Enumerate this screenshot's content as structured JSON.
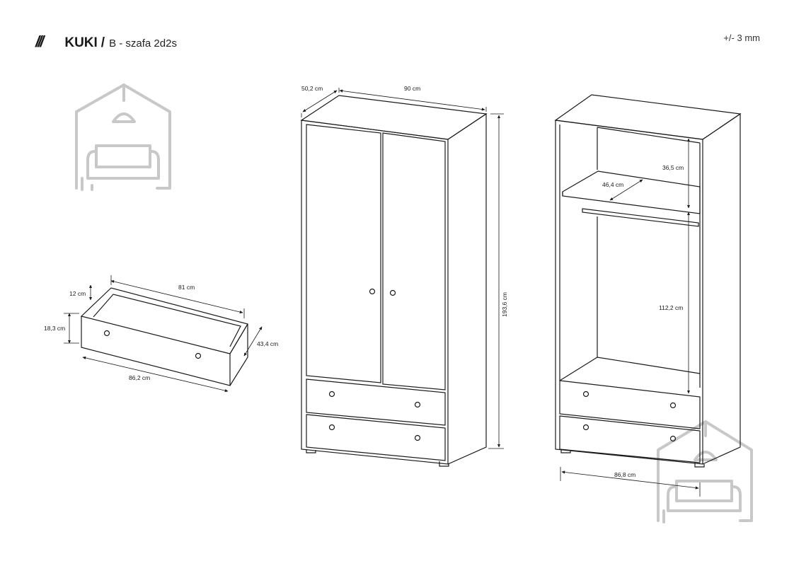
{
  "header": {
    "brand_mark": "///",
    "brand_name": "KUKI",
    "brand_separator": "/",
    "product_line": "B - szafa 2d2s",
    "tolerance": "+/- 3 mm"
  },
  "dimensions": {
    "drawer_inner_width": "81 cm",
    "drawer_inner_height": "12 cm",
    "drawer_front_height": "18,3 cm",
    "drawer_depth": "43,4 cm",
    "drawer_front_width": "86,2 cm",
    "wardrobe_depth": "50,2 cm",
    "wardrobe_width": "90 cm",
    "wardrobe_height": "193,6 cm",
    "top_compartment_height": "36,5 cm",
    "shelf_depth": "46,4 cm",
    "hanging_space_height": "112,2 cm",
    "inner_width": "86,8 cm"
  },
  "colors": {
    "line": "#1a1a1a",
    "logo_watermark": "#c8c8c8"
  },
  "icons": {
    "logo_watermark": "house-with-sofa-icon"
  }
}
